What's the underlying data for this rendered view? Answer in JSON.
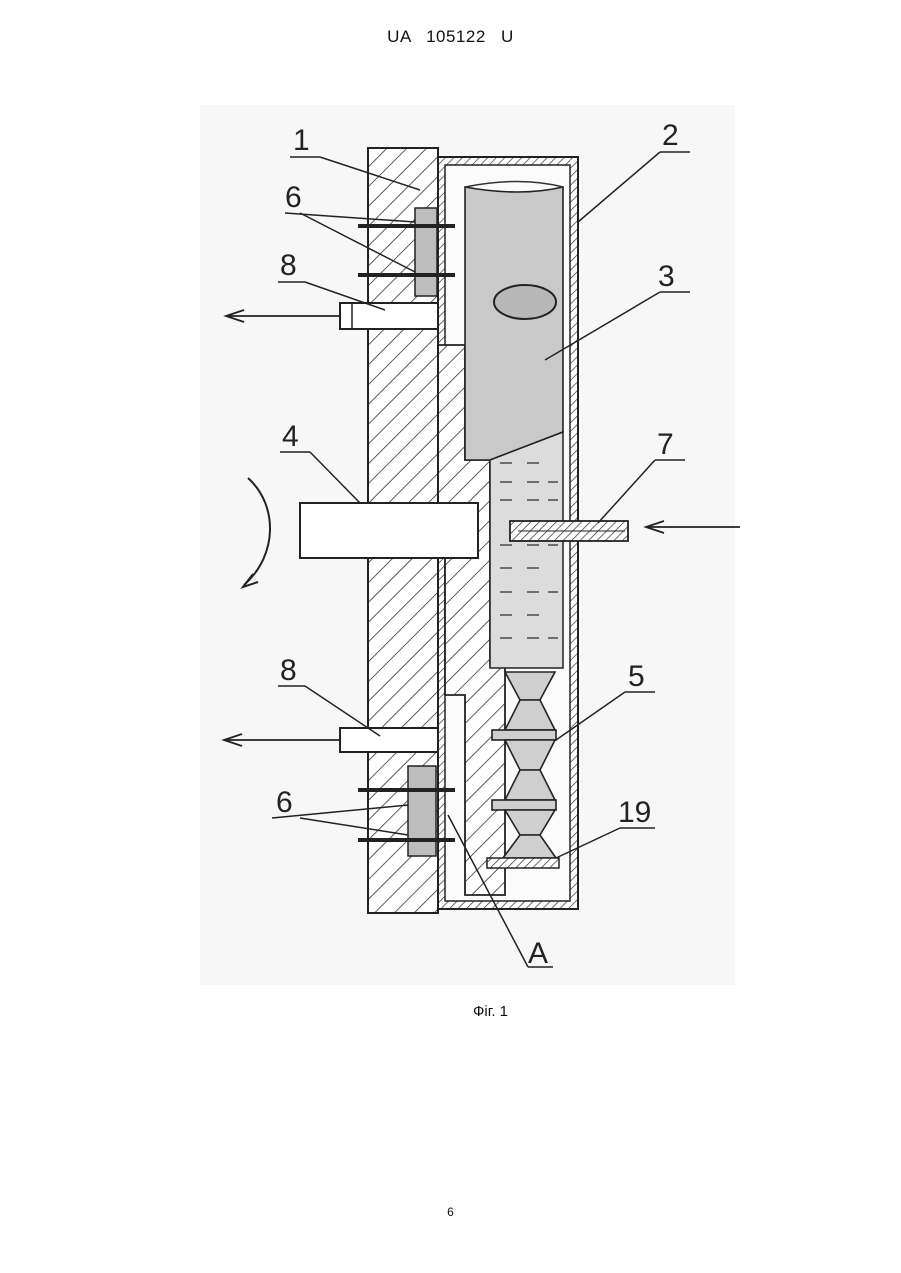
{
  "header": {
    "patent_number": "UA   105122   U"
  },
  "figure": {
    "labels": {
      "l1": "1",
      "l2": "2",
      "l3": "3",
      "l4": "4",
      "l5": "5",
      "l6_top": "6",
      "l6_bottom": "6",
      "l7": "7",
      "l8_top": "8",
      "l8_bottom": "8",
      "l19": "19",
      "lA": "A"
    }
  },
  "caption": "Фіг. 1",
  "page_number": "6"
}
